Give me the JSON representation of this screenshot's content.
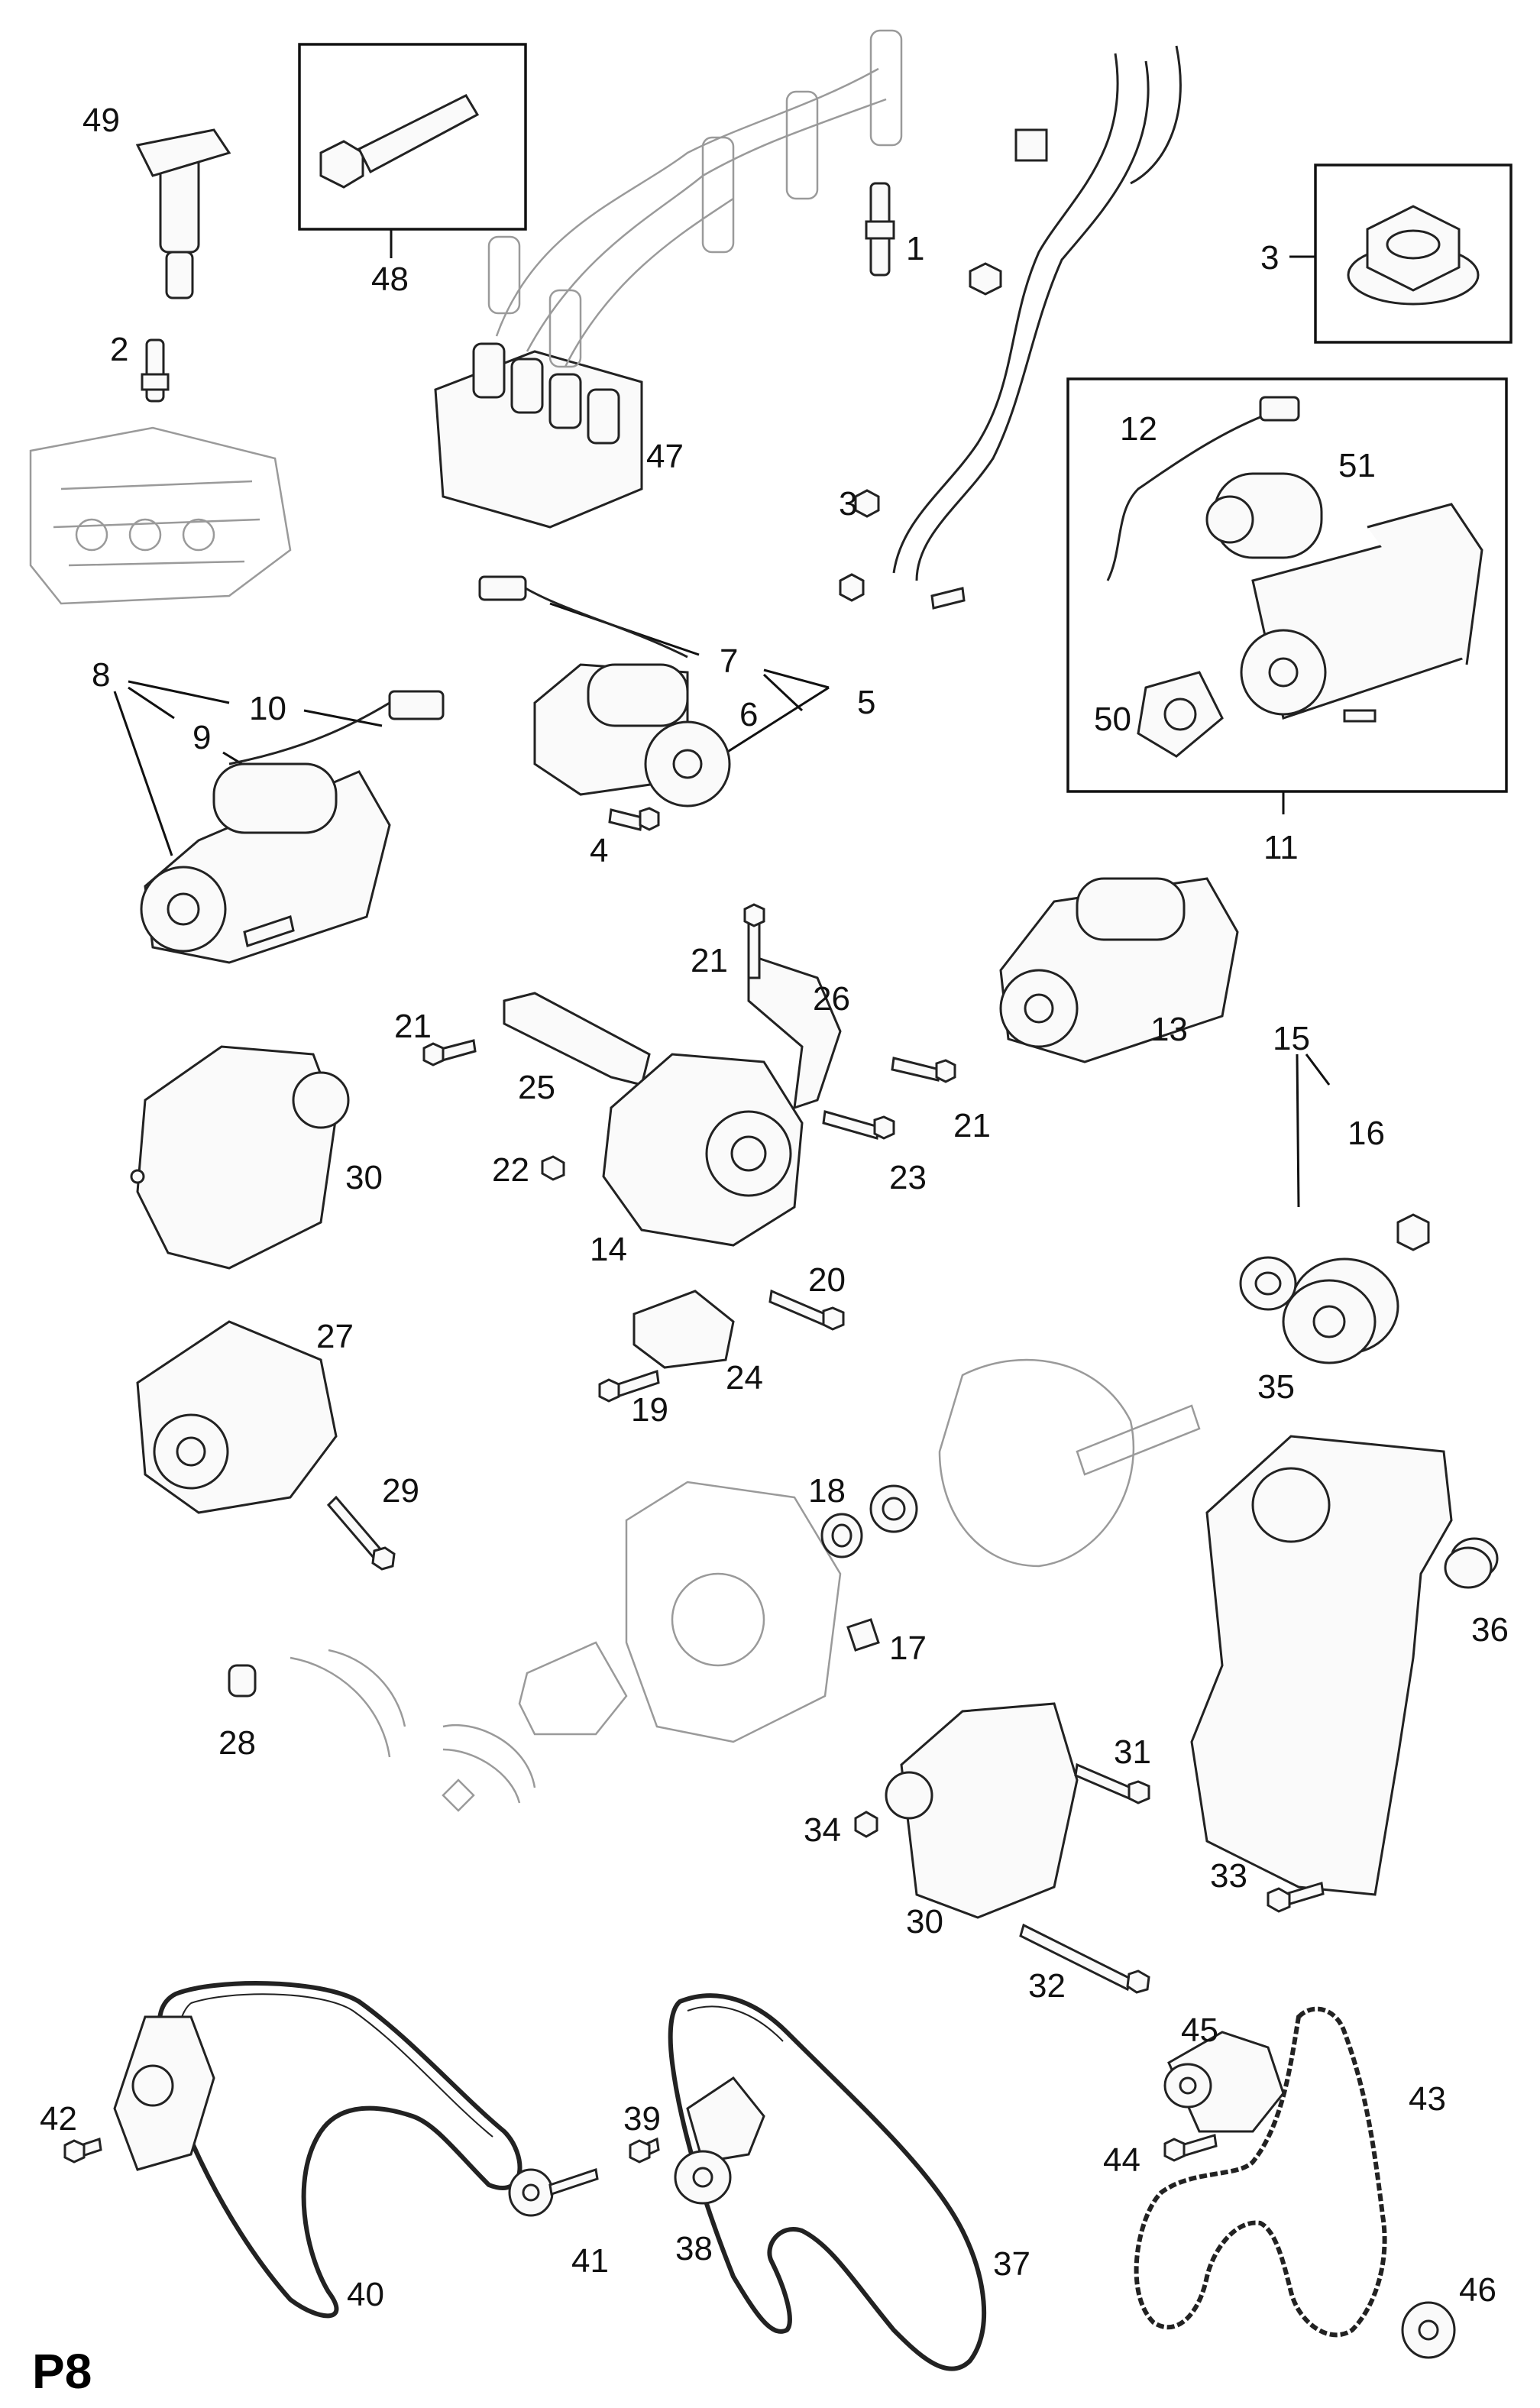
{
  "page_label": "P8",
  "callouts": [
    {
      "text": "49"
    },
    {
      "text": "2"
    },
    {
      "text": "48"
    },
    {
      "text": "47"
    },
    {
      "text": "1"
    },
    {
      "text": "3"
    },
    {
      "text": "3"
    },
    {
      "text": "12"
    },
    {
      "text": "51"
    },
    {
      "text": "50"
    },
    {
      "text": "11"
    },
    {
      "text": "7"
    },
    {
      "text": "6"
    },
    {
      "text": "5"
    },
    {
      "text": "4"
    },
    {
      "text": "8"
    },
    {
      "text": "10"
    },
    {
      "text": "9"
    },
    {
      "text": "21"
    },
    {
      "text": "26"
    },
    {
      "text": "13"
    },
    {
      "text": "21"
    },
    {
      "text": "25"
    },
    {
      "text": "21"
    },
    {
      "text": "23"
    },
    {
      "text": "22"
    },
    {
      "text": "30"
    },
    {
      "text": "14"
    },
    {
      "text": "15"
    },
    {
      "text": "16"
    },
    {
      "text": "20"
    },
    {
      "text": "27"
    },
    {
      "text": "24"
    },
    {
      "text": "19"
    },
    {
      "text": "35"
    },
    {
      "text": "29"
    },
    {
      "text": "18"
    },
    {
      "text": "17"
    },
    {
      "text": "36"
    },
    {
      "text": "28"
    },
    {
      "text": "31"
    },
    {
      "text": "34"
    },
    {
      "text": "30"
    },
    {
      "text": "33"
    },
    {
      "text": "32"
    },
    {
      "text": "45"
    },
    {
      "text": "43"
    },
    {
      "text": "42"
    },
    {
      "text": "39"
    },
    {
      "text": "44"
    },
    {
      "text": "40"
    },
    {
      "text": "41"
    },
    {
      "text": "38"
    },
    {
      "text": "37"
    },
    {
      "text": "46"
    }
  ]
}
